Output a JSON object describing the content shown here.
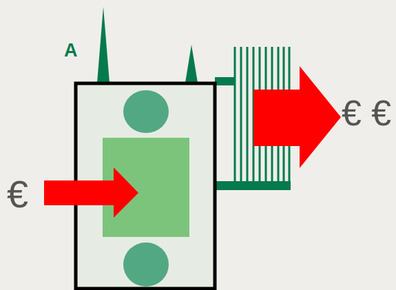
{
  "diagram": {
    "labels": [
      "A",
      "€",
      "€ €"
    ]
  }
}
